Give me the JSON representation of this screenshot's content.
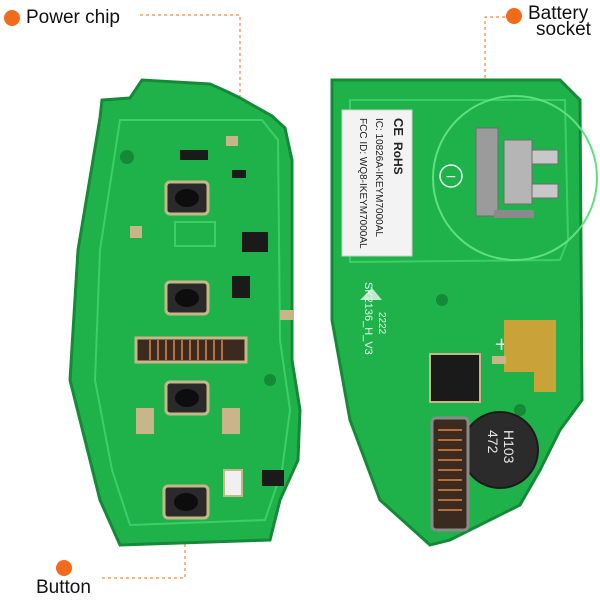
{
  "callouts": {
    "power_chip": "Power chip",
    "battery_socket_line1": "Battery",
    "battery_socket_line2": "socket",
    "button": "Button"
  },
  "pcb_text": {
    "fcc_id": "FCC ID: WQ8-IKEYM7000AL",
    "ic": "IC: 10826A-IKEYM7000AL",
    "ce": "CE",
    "rohs": "RoHS",
    "board_model": "SK2136_H_V3",
    "date_code": "2222",
    "inductor_top": "472",
    "inductor_bottom": "H103",
    "plus": "+",
    "minus": "−"
  },
  "colors": {
    "callout_dot": "#f26a1b",
    "pcb_green": "#1fb24a",
    "pcb_dark": "#148a37",
    "trace": "#3ccf66",
    "pad": "#c9b58a",
    "button_metal": "#2a2a2a"
  },
  "icons": [
    "callout-dot-icon",
    "tactile-button-icon",
    "battery-contact-icon"
  ]
}
